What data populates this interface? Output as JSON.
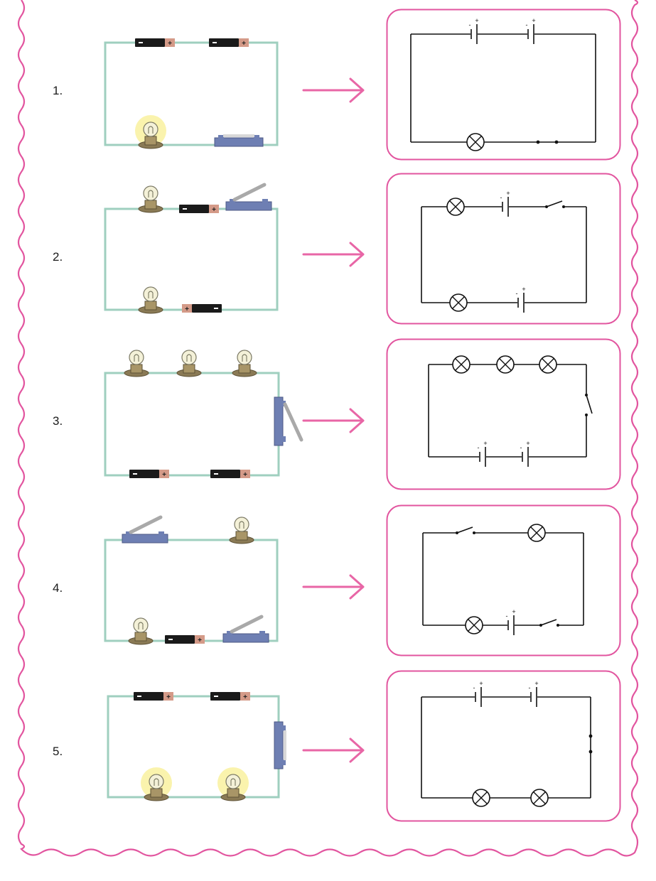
{
  "colors": {
    "border": "#e2559f",
    "box_border": "#e2559f",
    "arrow": "#e866a6",
    "wire": "#9fcfbf",
    "switch": "#6e7fb3",
    "battery_body": "#1a1a1a",
    "battery_cap": "#d49a88",
    "bulb_base": "#8a7a55",
    "bulb_glow": "#f5e96a",
    "schematic_line": "#111111"
  },
  "items": [
    {
      "number": "1.",
      "picture": {
        "batteries": 2,
        "bulbs": 1,
        "bulbs_lit": true,
        "switches": 1,
        "switch_state": "closed"
      },
      "schematic": {
        "cells": 2,
        "lamps": 1,
        "switch_state": "closed"
      }
    },
    {
      "number": "2.",
      "picture": {
        "batteries": 2,
        "bulbs": 2,
        "bulbs_lit": false,
        "switches": 1,
        "switch_state": "open"
      },
      "schematic": {
        "cells": 2,
        "lamps": 2,
        "switch_state": "open"
      }
    },
    {
      "number": "3.",
      "picture": {
        "batteries": 2,
        "bulbs": 3,
        "bulbs_lit": false,
        "switches": 1,
        "switch_state": "open"
      },
      "schematic": {
        "cells": 2,
        "lamps": 3,
        "switch_state": "open"
      }
    },
    {
      "number": "4.",
      "picture": {
        "batteries": 1,
        "bulbs": 2,
        "bulbs_lit": false,
        "switches": 2,
        "switch_state": "open"
      },
      "schematic": {
        "cells": 1,
        "lamps": 2,
        "switch_state": "open"
      }
    },
    {
      "number": "5.",
      "picture": {
        "batteries": 2,
        "bulbs": 2,
        "bulbs_lit": true,
        "switches": 1,
        "switch_state": "closed"
      },
      "schematic": {
        "cells": 2,
        "lamps": 2,
        "switch_state": "closed"
      }
    }
  ],
  "symbols": {
    "plus": "+",
    "minus": "-"
  }
}
